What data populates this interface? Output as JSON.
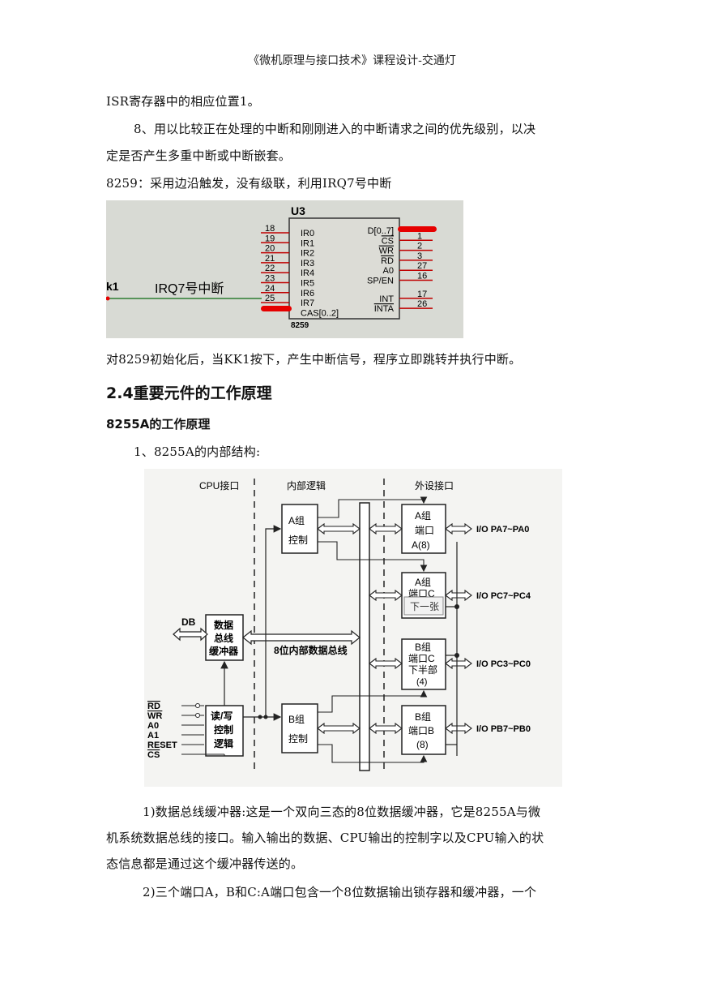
{
  "header": "《微机原理与接口技术》课程设计-交通灯",
  "paragraphs": {
    "p1": "ISR寄存器中的相应位置1。",
    "p2a": "8、用以比较正在处理的中断和刚刚进入的中断请求之间的优先级别，以决",
    "p2b": "定是否产生多重中断或中断嵌套。",
    "p3": "8259：采用边沿触发，没有级联，利用IRQ7号中断",
    "p4": "对8259初始化后，当KK1按下，产生中断信号，程序立即跳转并执行中断。",
    "p5": "1、8255A的内部结构:",
    "p6a": "1)数据总线缓冲器:这是一个双向三态的8位数据缓冲器，它是8255A与微",
    "p6b": "机系统数据总线的接口。输入输出的数据、CPU输出的控制字以及CPU输入的状",
    "p6c": "态信息都是通过这个缓冲器传送的。",
    "p7": "2)三个端口A，B和C:A端口包含一个8位数据输出锁存器和缓冲器，一个"
  },
  "headings": {
    "section": "2.4重要元件的工作原理",
    "subsection": "8255A的工作原理"
  },
  "chip8259": {
    "ref": "U3",
    "part": "8259",
    "net_left": "k1",
    "net_label": "IRQ7号中断",
    "left_pins": [
      {
        "num": "18",
        "name": "IR0"
      },
      {
        "num": "19",
        "name": "IR1"
      },
      {
        "num": "20",
        "name": "IR2"
      },
      {
        "num": "21",
        "name": "IR3"
      },
      {
        "num": "22",
        "name": "IR4"
      },
      {
        "num": "23",
        "name": "IR5"
      },
      {
        "num": "24",
        "name": "IR6"
      },
      {
        "num": "25",
        "name": "IR7"
      },
      {
        "num": "",
        "name": "CAS[0..2]"
      }
    ],
    "right_pins": [
      {
        "num": "",
        "name": "D[0..7]"
      },
      {
        "num": "1",
        "name": "CS"
      },
      {
        "num": "2",
        "name": "WR"
      },
      {
        "num": "3",
        "name": "RD"
      },
      {
        "num": "27",
        "name": "A0"
      },
      {
        "num": "16",
        "name": "SP/EN"
      },
      {
        "num": "17",
        "name": "INT"
      },
      {
        "num": "26",
        "name": "INTA"
      }
    ]
  },
  "diagram8255": {
    "col_cpu": "CPU接口",
    "col_internal": "内部逻辑",
    "col_external": "外设接口",
    "group_a_ctrl": [
      "A组",
      "控制"
    ],
    "group_b_ctrl": [
      "B组",
      "控制"
    ],
    "db": "DB",
    "data_buffer": [
      "数据",
      "总线",
      "缓冲器"
    ],
    "bus_label": "8位内部数据总线",
    "rw_logic": [
      "读/写",
      "控制",
      "逻辑"
    ],
    "signals": [
      "RD",
      "WR",
      "A0",
      "A1",
      "RESET",
      "CS"
    ],
    "port_a": [
      "A组",
      "端口",
      "A(8)"
    ],
    "port_c_upper": [
      "A组",
      "端口C"
    ],
    "port_c_lower": [
      "B组",
      "端口C",
      "下半部",
      "(4)"
    ],
    "port_b": [
      "B组",
      "端口B",
      "(8)"
    ],
    "io_labels": [
      "I/O PA7~PA0",
      "I/O PC7~PC4",
      "I/O PC3~PC0",
      "I/O PB7~PB0"
    ],
    "tooltip": "下一张"
  }
}
